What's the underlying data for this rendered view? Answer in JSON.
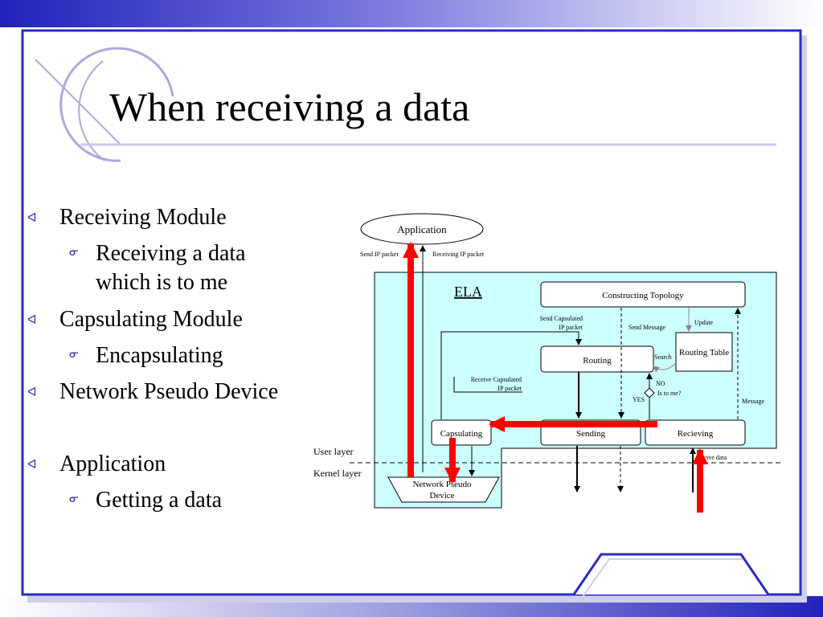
{
  "slide": {
    "title": "When receiving a data",
    "bullets": [
      {
        "text": "Receiving Module",
        "sub": [
          "Receiving a data",
          "which is to me"
        ]
      },
      {
        "text": "Capsulating Module",
        "sub": [
          "Encapsulating"
        ]
      },
      {
        "text": "Network Pseudo Device",
        "sub": []
      },
      {
        "text": "Application",
        "sub": [
          "Getting a data"
        ]
      }
    ]
  },
  "diagram": {
    "application": "Application",
    "send_ip_packet": "Send IP packet",
    "receiving_ip_packet": "Receiving IP packet",
    "ela": "ELA",
    "constructing_topology": "Constructing Topology",
    "send_capsulated_1": "Send Capsulated",
    "send_capsulated_2": "IP packet",
    "send_message": "Send Message",
    "update": "Update",
    "routing": "Routing",
    "search": "Search",
    "routing_table": "Routing Table",
    "receive_capsulated_1": "Receive Capsulated",
    "receive_capsulated_2": "IP packet",
    "no": "NO",
    "is_to_me": "Is to me?",
    "yes": "YES",
    "message": "Message",
    "capsulating": "Capsulating",
    "sending": "Sending",
    "recieving": "Recieving",
    "user_layer": "User layer",
    "kernel_layer": "Kernel layer",
    "receive_data": "ceive data",
    "npd_1": "Network Pseudo",
    "npd_2": "Device"
  },
  "colors": {
    "frame": "#2b2bbf",
    "ela_fill": "#ccffff",
    "highlight_arrow": "#ff0000",
    "bullet_marker": "#3333aa"
  }
}
